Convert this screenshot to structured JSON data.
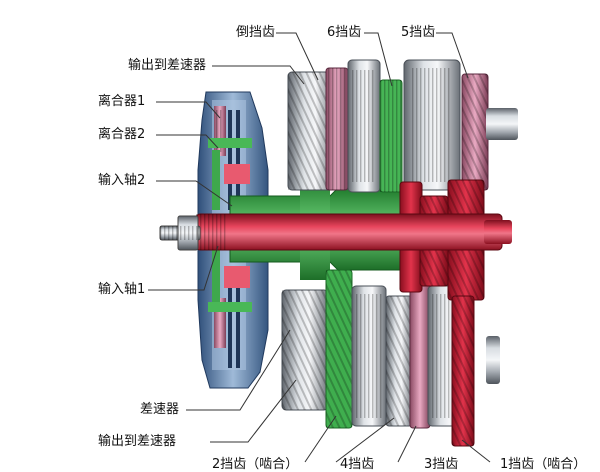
{
  "labels": {
    "reverse_gear": "倒挡齿",
    "gear6": "6挡齿",
    "gear5": "5挡齿",
    "output_top": "输出到差速器",
    "clutch1": "离合器1",
    "clutch2": "离合器2",
    "input_shaft2": "输入轴2",
    "input_shaft1": "输入轴1",
    "differential": "差速器",
    "output_bottom": "输出到差速器",
    "gear2": "2挡齿（啮合）",
    "gear4": "4挡齿",
    "gear3": "3挡齿",
    "gear1": "1挡齿（啮合）"
  },
  "colors": {
    "shaft1": "#d4213c",
    "shaft2": "#3bb54a",
    "housing": "#7f9fc4",
    "gear_steel": "#9ea4ab",
    "clutch_pink": "#d88aa8"
  }
}
